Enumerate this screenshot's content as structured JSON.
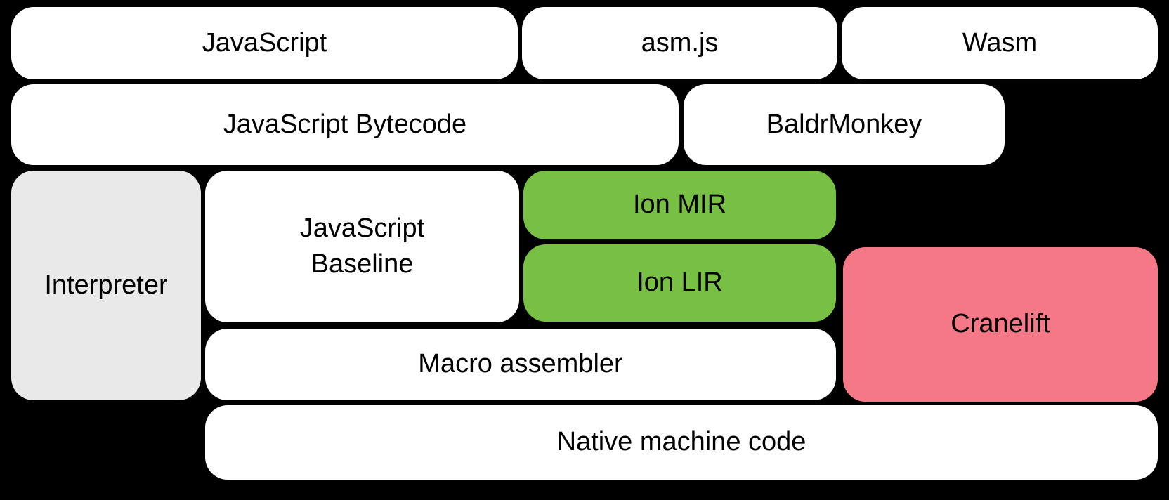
{
  "diagram": {
    "type": "block-diagram",
    "background_color": "#000000",
    "colors": {
      "box_default": "#ffffff",
      "interpreter_box": "#e9e9e9",
      "ion_boxes": "#77c043",
      "cranelift_box": "#f57887",
      "text": "#000000"
    },
    "boxes": {
      "javascript": {
        "label": "JavaScript"
      },
      "asmjs": {
        "label": "asm.js"
      },
      "wasm": {
        "label": "Wasm"
      },
      "bytecode": {
        "label": "JavaScript Bytecode"
      },
      "baldrmonkey": {
        "label": "BaldrMonkey"
      },
      "interpreter": {
        "label": "Interpreter"
      },
      "baseline": {
        "label": "JavaScript\nBaseline"
      },
      "ion_mir": {
        "label": "Ion MIR"
      },
      "ion_lir": {
        "label": "Ion LIR"
      },
      "cranelift": {
        "label": "Cranelift"
      },
      "macro_assembler": {
        "label": "Macro assembler"
      },
      "native": {
        "label": "Native machine code"
      }
    }
  }
}
